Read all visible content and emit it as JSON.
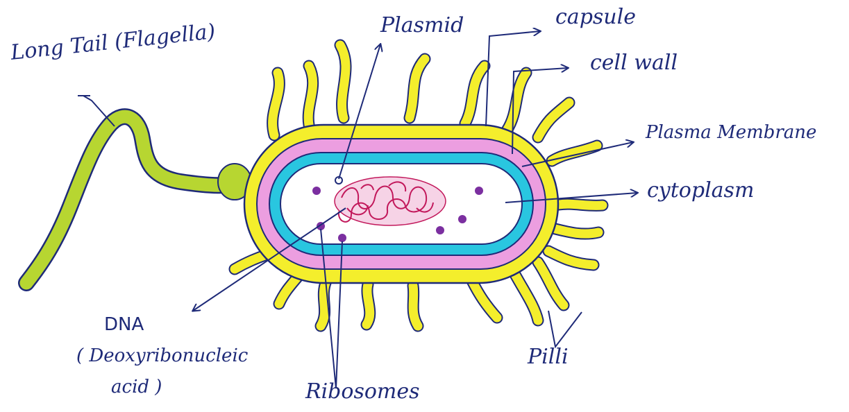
{
  "labels": {
    "flagella": "Long Tail (Flagella)",
    "plasmid": "Plasmid",
    "capsule": "capsule",
    "cell_wall": "cell wall",
    "plasma_membrane": "Plasma Membrane",
    "cytoplasm": "cytoplasm",
    "dna_line1": "DNA",
    "dna_line2": "( Deoxyribonucleic",
    "dna_line3": "acid )",
    "ribosomes": "Ribosomes",
    "pilli": "Pilli"
  },
  "colors": {
    "ink": "#1e2a78",
    "capsule": "#f4ee2c",
    "cell_wall": "#ec9ee0",
    "plasma_membrane": "#29c6e0",
    "flagellum": "#b7d631",
    "dna": "#c2185b",
    "ribosome": "#7b2fa0"
  }
}
